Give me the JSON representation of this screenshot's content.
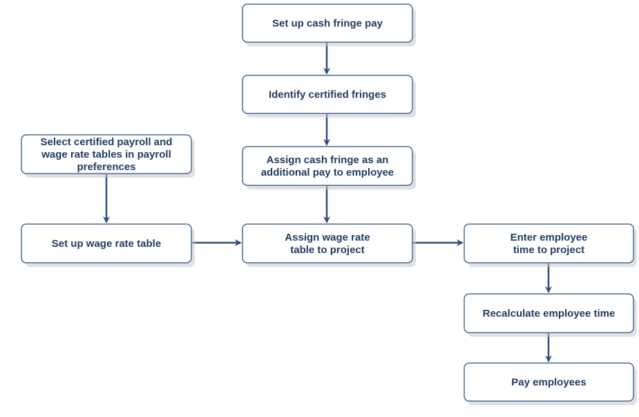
{
  "colors": {
    "box_border": "#4a6a92",
    "box_fill": "#ffffff",
    "arrow": "#2e4d7a",
    "text": "#1f3a5f",
    "shadow": "#c8c8c8"
  },
  "nodes": {
    "setup_cash_fringe": {
      "lines": [
        "Set up cash fringe pay"
      ]
    },
    "identify_fringes": {
      "lines": [
        "Identify certified fringes"
      ]
    },
    "assign_cash_fringe": {
      "lines": [
        "Assign cash fringe as an",
        "additional pay to employee"
      ]
    },
    "select_certified_payroll": {
      "lines": [
        "Select certified payroll and",
        "wage rate tables in payroll",
        "preferences"
      ]
    },
    "setup_wage_rate_table": {
      "lines": [
        "Set up wage rate table"
      ]
    },
    "assign_wage_rate_table": {
      "lines": [
        "Assign wage rate",
        "table to project"
      ]
    },
    "enter_employee_time": {
      "lines": [
        "Enter employee",
        "time to project"
      ]
    },
    "recalculate_time": {
      "lines": [
        "Recalculate employee time"
      ]
    },
    "pay_employees": {
      "lines": [
        "Pay employees"
      ]
    }
  }
}
